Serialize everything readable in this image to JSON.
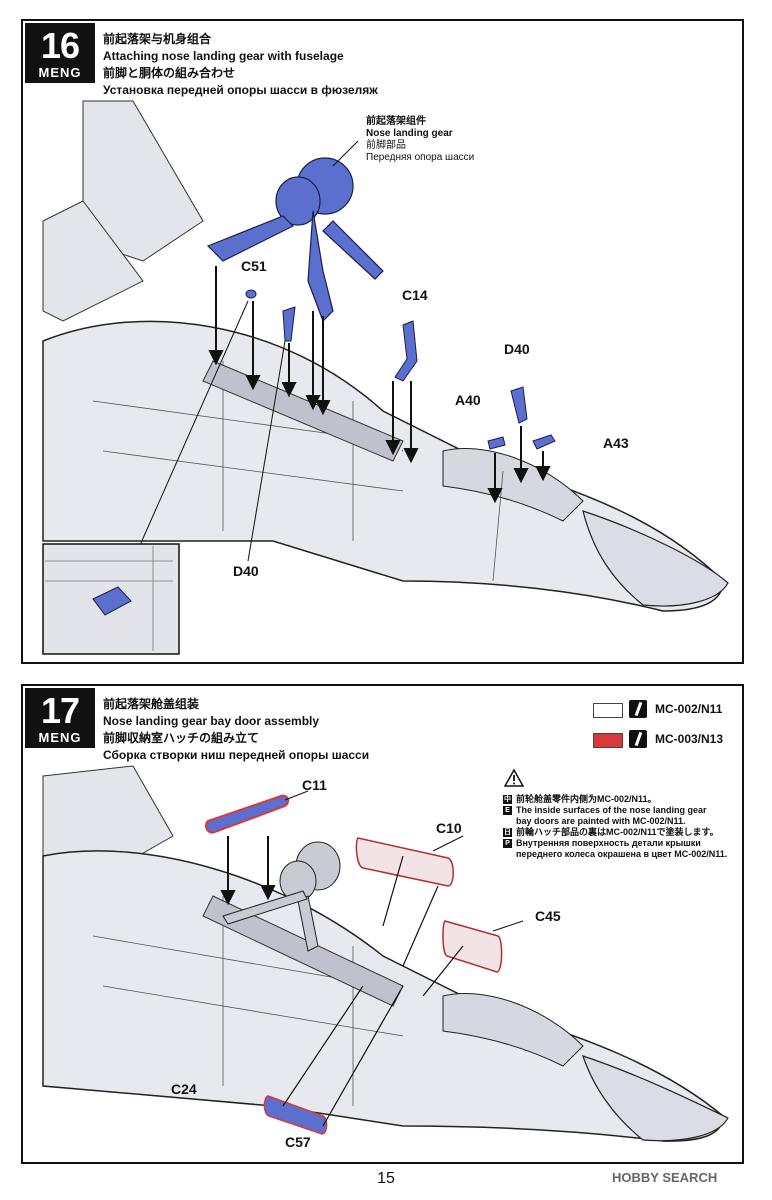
{
  "steps": [
    {
      "number": "16",
      "brand": "MENG",
      "title_zh": "前起落架与机身组合",
      "title_en": "Attaching nose landing gear with fuselage",
      "title_ja": "前脚と胴体の組み合わせ",
      "title_ru": "Установка передней опоры шасси в фюзеляж",
      "callout": {
        "zh": "前起落架组件",
        "en": "Nose landing gear",
        "ja": "前脚部品",
        "ru": "Передняя опора шасси"
      },
      "part_labels": [
        "C51",
        "C14",
        "D40",
        "A40",
        "A43",
        "D40"
      ]
    },
    {
      "number": "17",
      "brand": "MENG",
      "title_zh": "前起落架舱盖组装",
      "title_en": "Nose landing gear bay door assembly",
      "title_ja": "前脚収納室ハッチの組み立て",
      "title_ru": "Сборка створки ниш передней опоры шасси",
      "paints": [
        {
          "code": "MC-002/N11",
          "color": "#ffffff"
        },
        {
          "code": "MC-003/N13",
          "color": "#d9393b"
        }
      ],
      "note": {
        "zh": "前轮舱盖零件内侧为MC-002/N11。",
        "en1": "The inside surfaces of the nose landing gear",
        "en2": "bay doors are painted with MC-002/N11.",
        "ja": "前輪ハッチ部品の裏はMC-002/N11で塗装します。",
        "ru1": "Внутренняя поверхность детали крышки",
        "ru2": "переднего колеса окрашена в цвет MC-002/N11."
      },
      "note_marks": [
        "中",
        "E",
        "日",
        "Р"
      ],
      "part_labels": [
        "C11",
        "C10",
        "C45",
        "C24",
        "C57"
      ]
    }
  ],
  "page_number": "15",
  "watermark": "HOBBY SEARCH",
  "colors": {
    "part_blue": "#5b6fcf",
    "fuselage": "#e8e9ee",
    "paint_red": "#d9393b"
  }
}
